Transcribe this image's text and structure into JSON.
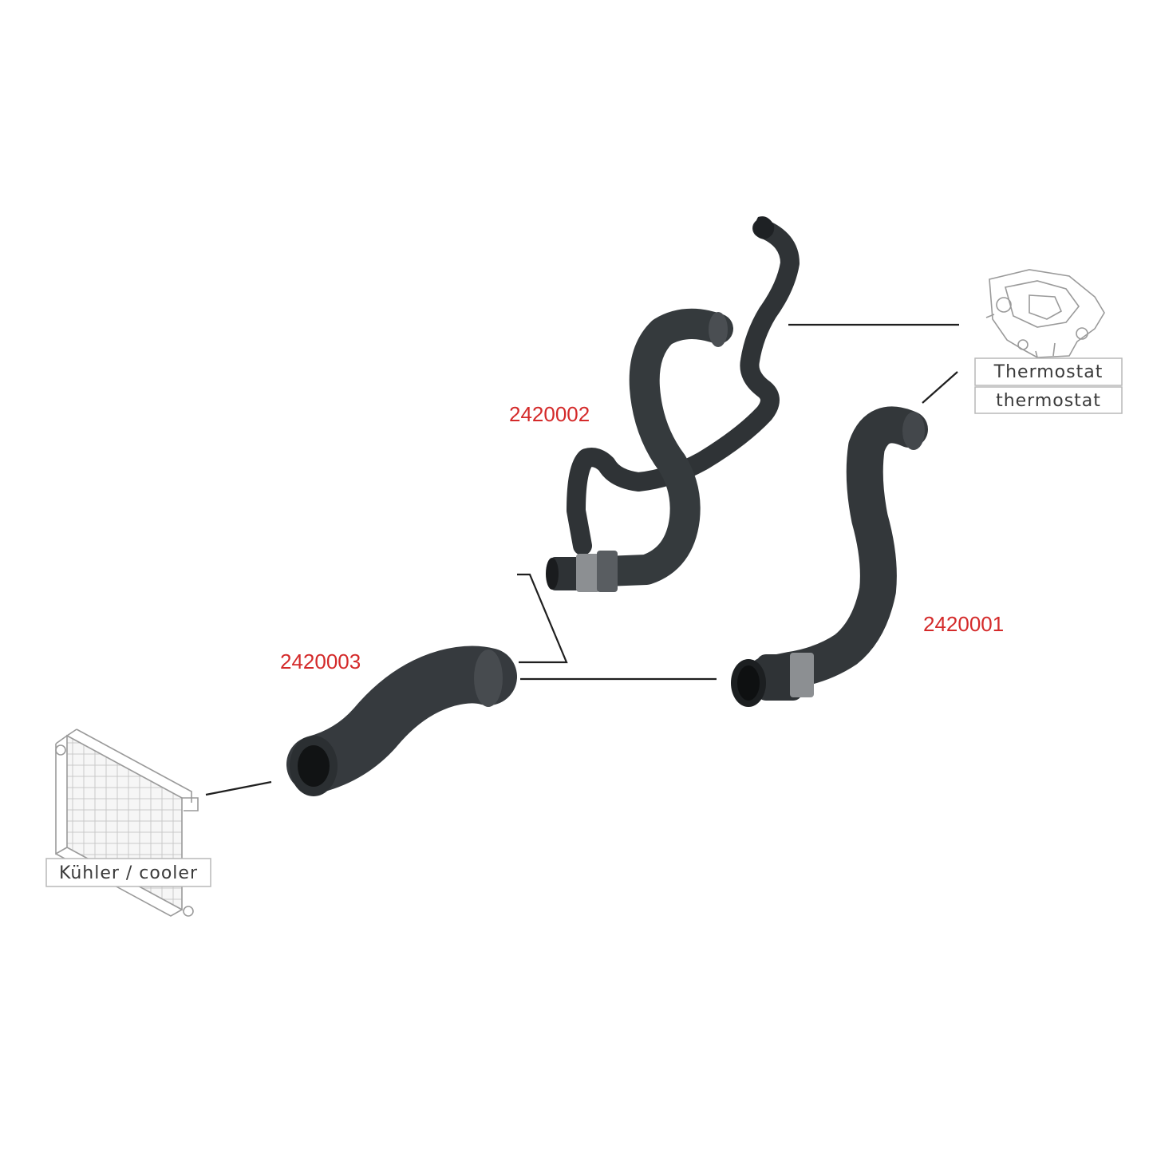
{
  "components": {
    "thermostat": {
      "label_line1": "Thermostat",
      "label_line2": "thermostat"
    },
    "cooler": {
      "label": "Kühler / cooler"
    }
  },
  "parts": [
    {
      "number": "2420002"
    },
    {
      "number": "2420001"
    },
    {
      "number": "2420003"
    }
  ],
  "colors": {
    "part_number": "#d42a2a",
    "hose": "#3b3f43",
    "leader_line": "#1f1f1f",
    "label_border": "#b9b9b9"
  }
}
